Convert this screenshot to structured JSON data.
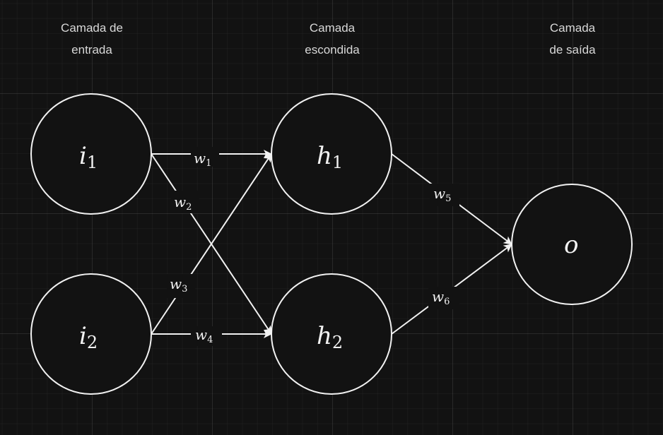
{
  "layers": {
    "input": {
      "line1": "Camada de",
      "line2": "entrada"
    },
    "hidden": {
      "line1": "Camada",
      "line2": "escondida"
    },
    "output": {
      "line1": "Camada",
      "line2": "de saída"
    }
  },
  "nodes": {
    "i1": {
      "base": "i",
      "sub": "1"
    },
    "i2": {
      "base": "i",
      "sub": "2"
    },
    "h1": {
      "base": "h",
      "sub": "1"
    },
    "h2": {
      "base": "h",
      "sub": "2"
    },
    "o": {
      "base": "o",
      "sub": ""
    }
  },
  "weights": {
    "w1": {
      "base": "w",
      "sub": "1"
    },
    "w2": {
      "base": "w",
      "sub": "2"
    },
    "w3": {
      "base": "w",
      "sub": "3"
    },
    "w4": {
      "base": "w",
      "sub": "4"
    },
    "w5": {
      "base": "w",
      "sub": "5"
    },
    "w6": {
      "base": "w",
      "sub": "6"
    }
  }
}
